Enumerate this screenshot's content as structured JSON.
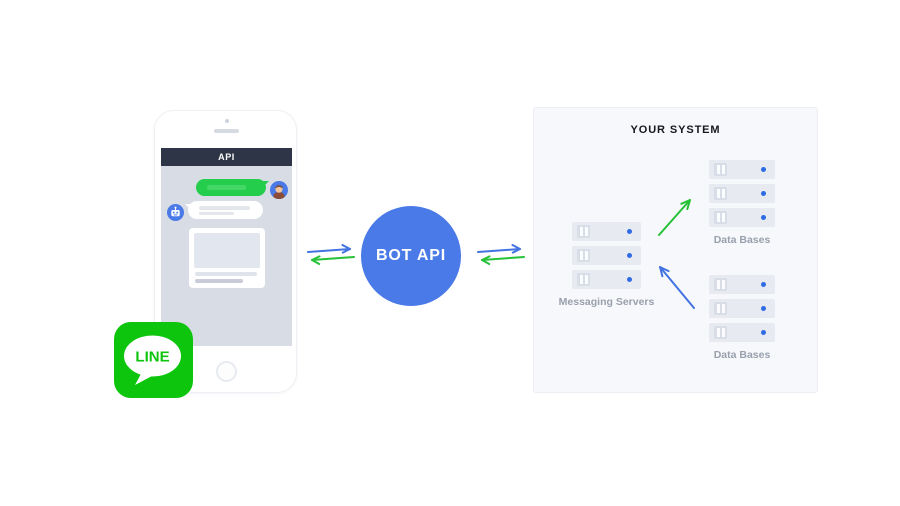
{
  "phone": {
    "header": "API"
  },
  "line_logo": {
    "text": "LINE"
  },
  "hub": {
    "label": "BOT API"
  },
  "system": {
    "title": "YOUR SYSTEM",
    "messaging_servers": {
      "label": "Messaging Servers",
      "server_count": 3
    },
    "databases_top": {
      "label": "Data Bases",
      "server_count": 3
    },
    "databases_bottom": {
      "label": "Data Bases",
      "server_count": 3
    }
  },
  "icons": {
    "user_avatar": "person-icon",
    "bot_avatar": "robot-icon",
    "server_icon": "server-grip-icon",
    "server_led": "led-dot",
    "exchange": "bidirectional-arrows"
  },
  "colors": {
    "line_green": "#0cc50c",
    "chat_bubble_green": "#24cd4b",
    "bot_api_blue": "#4a7ae8",
    "arrow_green": "#25c137",
    "arrow_blue": "#4273e0",
    "header_navy": "#2d3547",
    "chat_background": "#d8dce5",
    "panel_background": "#f7f8fb",
    "server_bar": "#e7eaf1",
    "label_gray": "#99a0ad"
  }
}
